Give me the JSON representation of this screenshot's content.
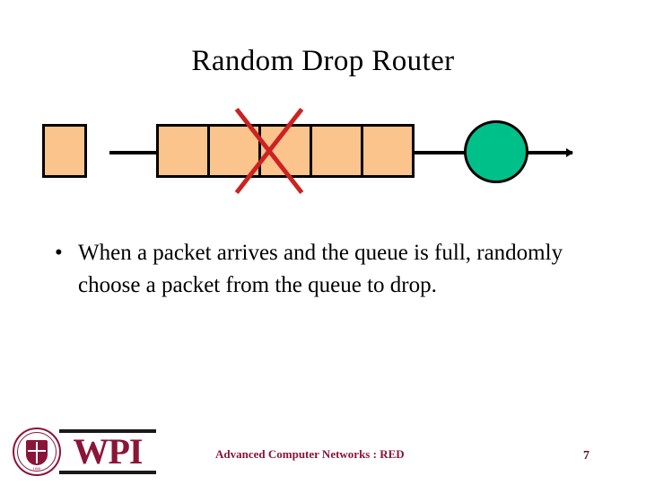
{
  "slide": {
    "title": "Random Drop Router",
    "page_number": "7"
  },
  "diagram": {
    "name": "random-drop-queue-diagram",
    "colors": {
      "packet_fill": "#FBC48C",
      "packet_stroke": "#000000",
      "router_fill": "#00C08A",
      "drop_mark": "#CC2222",
      "link": "#000000"
    },
    "incoming_packet_label": "",
    "queue_cells": [
      "",
      "",
      "",
      "",
      ""
    ],
    "queue_cell_count": 5,
    "dropped_cell_index": 2,
    "router_label": "",
    "link_in_label": "",
    "link_mid_label": "",
    "link_out_label": ""
  },
  "body": {
    "bullet_marker": "•",
    "bullets": [
      "When a packet arrives and the queue is full, randomly choose a packet from the queue to drop."
    ]
  },
  "footer": {
    "course": "Advanced Computer Networks : RED",
    "logo": {
      "wordmark": "WPI",
      "seal_ring_text": "WORCESTER POLYTECHNIC INSTITUTE",
      "seal_year": "1865"
    },
    "brand_color": "#8A1538"
  }
}
